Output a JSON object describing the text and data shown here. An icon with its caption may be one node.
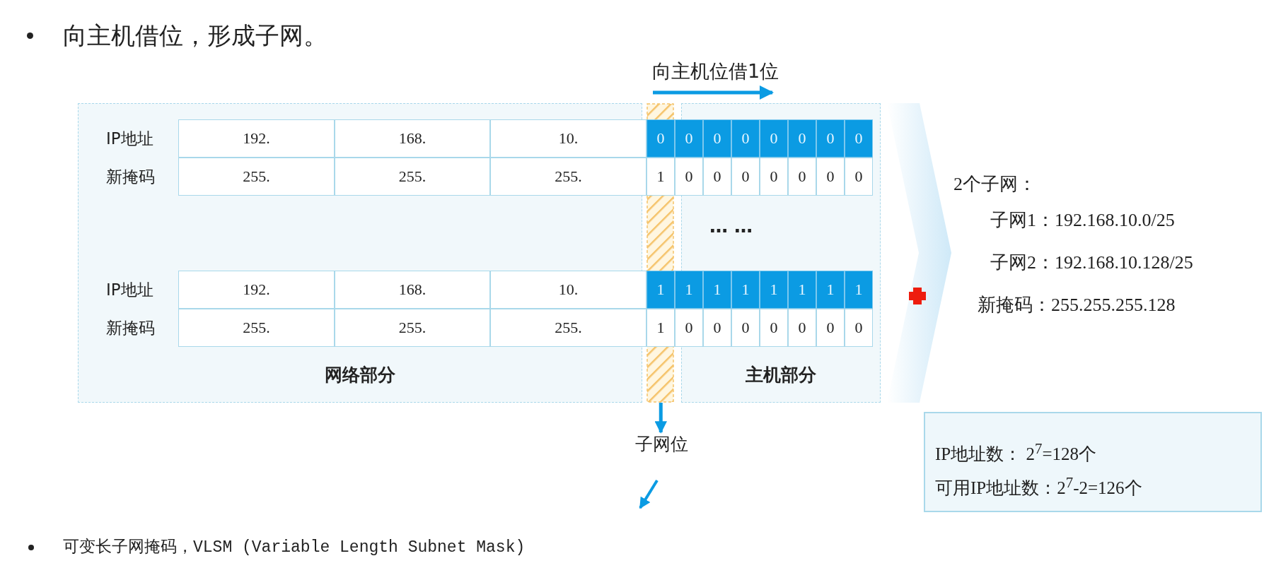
{
  "diagram": {
    "title": "向主机借位，形成子网。",
    "caption": "可变长子网掩码，VLSM (Variable Length Subnet Mask)",
    "nodes": [
      {
        "text": [
          "网络部分"
        ]
      },
      {
        "text": [
          "主机部分"
        ]
      },
      {
        "text": [],
        "shape": "bar"
      },
      {
        "text": [
          "子网位"
        ]
      },
      {
        "text": [
          "IP地址数： 2$^{7}$=128个",
          "可用IP地址数：2$^{7}$-2=126个"
        ]
      }
    ],
    "edges": [
      {
        "from": 2,
        "to": 3,
        "arrow": "to"
      }
    ],
    "labels": [
      "向主机位借1位",
      "IP地址",
      "192.",
      "168.",
      "10.",
      "0",
      "0",
      "0",
      "0",
      "0",
      "0",
      "0",
      "0",
      "新掩码",
      "255.",
      "255.",
      "255.",
      "1",
      "0",
      "0",
      "0",
      "0",
      "0",
      "0",
      "0",
      "… …",
      "IP地址",
      "192.",
      "168.",
      "10.",
      "1",
      "1",
      "1",
      "1",
      "1",
      "1",
      "1",
      "1",
      "新掩码",
      "255.",
      "255.",
      "255.",
      "1",
      "0",
      "0",
      "0",
      "0",
      "0",
      "0",
      "0",
      "2个子网：",
      "子网1：192.168.10.0/25",
      "子网2：192.168.10.128/25",
      "新掩码：255.255.255.128"
    ]
  }
}
